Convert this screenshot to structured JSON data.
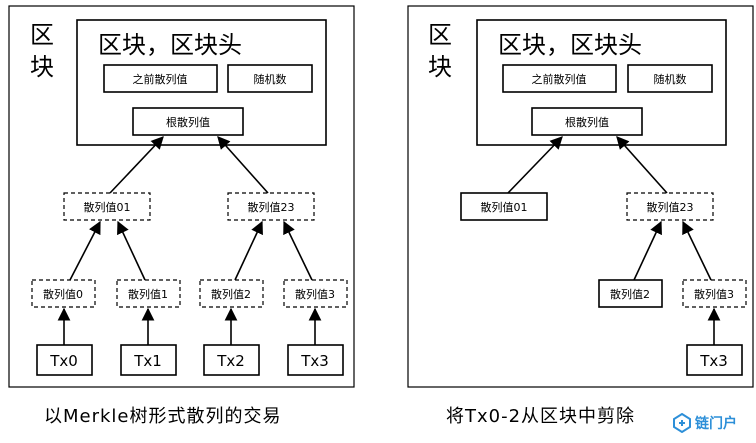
{
  "panel_left": {
    "block_label_1": "区",
    "block_label_2": "块",
    "header_title": "区块，区块头",
    "prev_hash": "之前散列值",
    "nonce": "随机数",
    "root_hash": "根散列值",
    "hash01": "散列值01",
    "hash23": "散列值23",
    "hash0": "散列值0",
    "hash1": "散列值1",
    "hash2": "散列值2",
    "hash3": "散列值3",
    "tx0": "Tx0",
    "tx1": "Tx1",
    "tx2": "Tx2",
    "tx3": "Tx3"
  },
  "panel_right": {
    "block_label_1": "区",
    "block_label_2": "块",
    "header_title": "区块，区块头",
    "prev_hash": "之前散列值",
    "nonce": "随机数",
    "root_hash": "根散列值",
    "hash01": "散列值01",
    "hash23": "散列值23",
    "hash2": "散列值2",
    "hash3": "散列值3",
    "tx3": "Tx3"
  },
  "caption_left": "以Merkle树形式散列的交易",
  "caption_right": "将Tx0-2从区块中剪除",
  "logo": {
    "text": "链门户",
    "icon": "link-icon",
    "color": "#2d8fd8"
  }
}
